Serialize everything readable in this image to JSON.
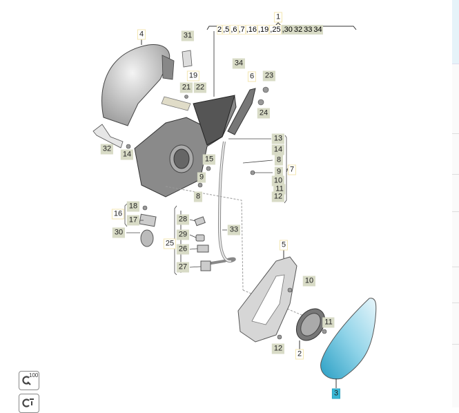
{
  "diagram": {
    "top_group_label": "1",
    "top_group_items": [
      {
        "label": "2",
        "style": "plain"
      },
      {
        "label": ",5",
        "style": "plain"
      },
      {
        "label": ",6",
        "style": "plain"
      },
      {
        "label": ",7",
        "style": "plain"
      },
      {
        "label": ",16",
        "style": "plain"
      },
      {
        "label": ",19",
        "style": "plain"
      },
      {
        "label": ",25",
        "style": "plain"
      },
      {
        "label": ",30",
        "style": "gray"
      },
      {
        "label": "32",
        "style": "gray"
      },
      {
        "label": "33",
        "style": "gray"
      },
      {
        "label": "34",
        "style": "gray"
      }
    ],
    "callouts": [
      "4",
      "31",
      "34",
      "6",
      "23",
      "19",
      "21",
      "22",
      "24",
      "32",
      "14",
      "15",
      "9",
      "8",
      "13",
      "14",
      "8",
      "9",
      "10",
      "11",
      "12",
      "7",
      "16",
      "18",
      "17",
      "30",
      "28",
      "29",
      "25",
      "26",
      "27",
      "33",
      "5",
      "10",
      "11",
      "12",
      "2",
      "3"
    ],
    "selected_callout": "3",
    "colors": {
      "highlight": "#d8dbc6",
      "selected": "#38b8d6",
      "plain_border": "#f3e6b0"
    }
  },
  "toolbar": {
    "zoom_100_label": "100",
    "zoom_100_icon": "zoom-reset-icon",
    "zoom_fit_icon": "zoom-fit-icon"
  }
}
